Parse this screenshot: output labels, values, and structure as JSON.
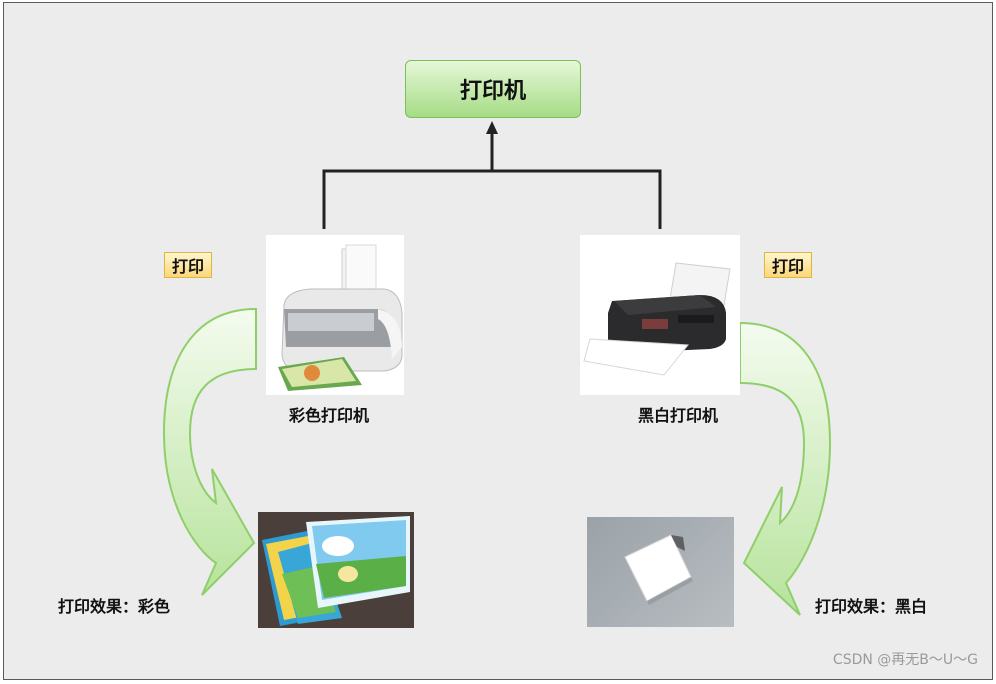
{
  "root": {
    "label": "打印机"
  },
  "left": {
    "tag": "打印",
    "printer_label": "彩色打印机",
    "effect_label": "打印效果：彩色"
  },
  "right": {
    "tag": "打印",
    "printer_label": "黑白打印机",
    "effect_label": "打印效果：黑白"
  },
  "watermark": "CSDN @再无B～U～G",
  "colors": {
    "node_fill_top": "#e6f7d8",
    "node_fill_bottom": "#a6dc86",
    "arrow_green": "#8fcf6a",
    "tag_fill": "#fbd77a",
    "connector": "#222222"
  }
}
